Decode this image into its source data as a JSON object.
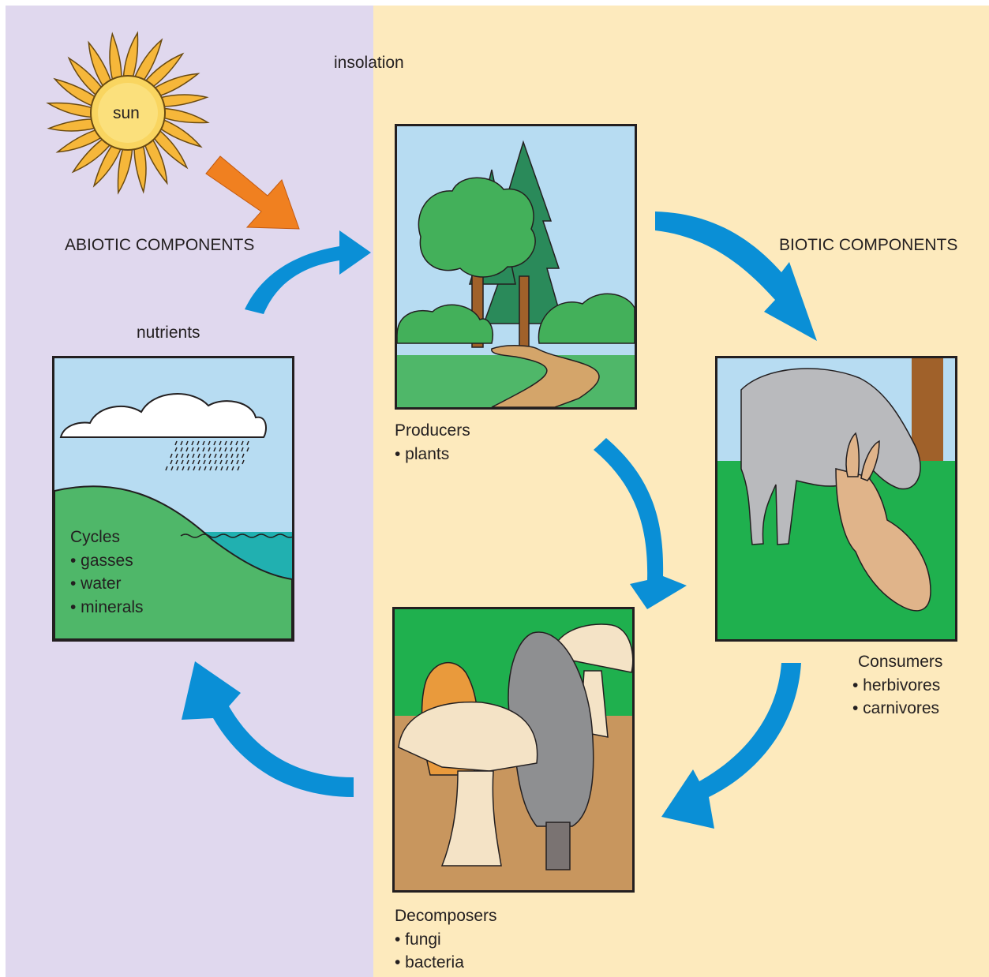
{
  "labels": {
    "sun": "sun",
    "insolation": "insolation",
    "abiotic": "ABIOTIC COMPONENTS",
    "biotic": "BIOTIC COMPONENTS",
    "nutrients": "nutrients"
  },
  "cycles": {
    "title": "Cycles",
    "items": [
      "• gasses",
      "• water",
      "• minerals"
    ]
  },
  "producers": {
    "title": "Producers",
    "items": [
      "• plants"
    ]
  },
  "consumers": {
    "title": "Consumers",
    "items": [
      "• herbivores",
      "• carnivores"
    ]
  },
  "decomposers": {
    "title": "Decomposers",
    "items": [
      "• fungi",
      "• bacteria"
    ]
  },
  "colors": {
    "abiotic_bg": "#e0d8ee",
    "biotic_bg": "#fdeabd",
    "cycle_arrow": "#0a8fd6",
    "insolation_arrow": "#f08020",
    "sun": "#f6c23a"
  }
}
